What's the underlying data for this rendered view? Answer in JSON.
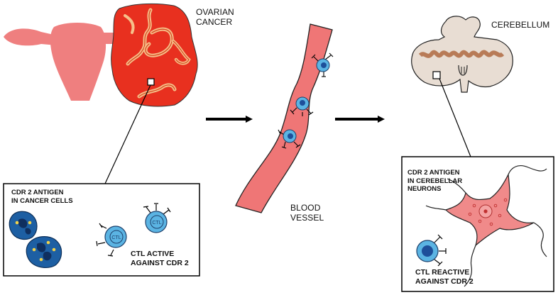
{
  "labels": {
    "ovarian_cancer": [
      "OVARIAN",
      "CANCER"
    ],
    "cerebellum": "CEREBELLUM",
    "blood_vessel": [
      "BLOOD",
      "VESSEL"
    ],
    "cdr2_cancer": [
      "CDR 2 ANTIGEN",
      "IN CANCER CELLS"
    ],
    "ctl_active": [
      "CTL ACTIVE",
      "AGAINST CDR 2"
    ],
    "cdr2_neurons": [
      "CDR 2 ANTIGEN",
      "IN CEREBELLAR",
      "NEURONS"
    ],
    "ctl_reactive": [
      "CTL REACTIVE",
      "AGAINST CDR 2"
    ],
    "ctl_cell_text": "CTL"
  },
  "colors": {
    "uterus": "#ef7f7f",
    "tumor": "#e8301f",
    "tumor_vessel": "#f7b77a",
    "vessel": "#ef7676",
    "cerebellum": "#e8ddd3",
    "cerebellum_folia": "#b87b57",
    "cancer_cell": "#1d5fa3",
    "ctl_outer": "#5bb4e3",
    "ctl_nucleus": "#1e4f9a",
    "neuron": "#f08a8a",
    "arrow": "#000000"
  }
}
